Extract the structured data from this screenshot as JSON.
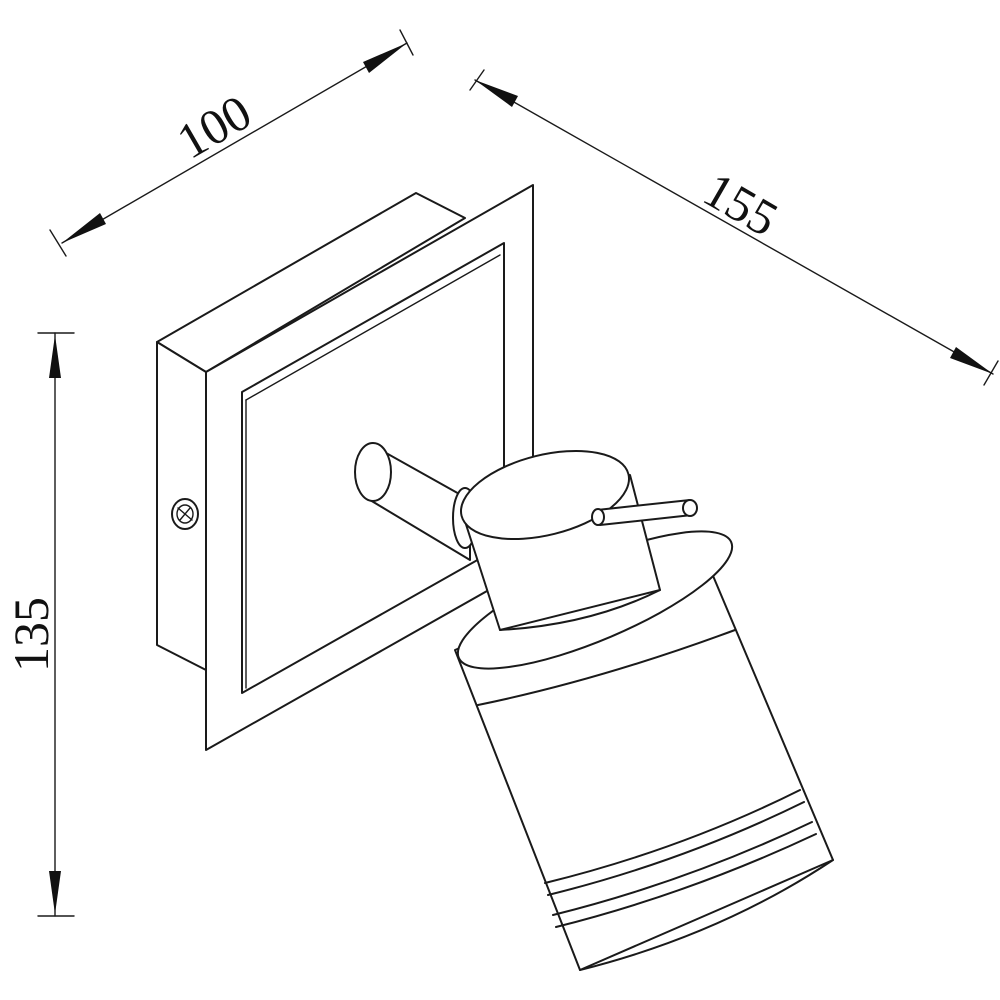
{
  "dimensions": {
    "width": "100",
    "depth": "155",
    "height": "135"
  },
  "colors": {
    "line": "#1a1a1a",
    "background": "#ffffff"
  }
}
